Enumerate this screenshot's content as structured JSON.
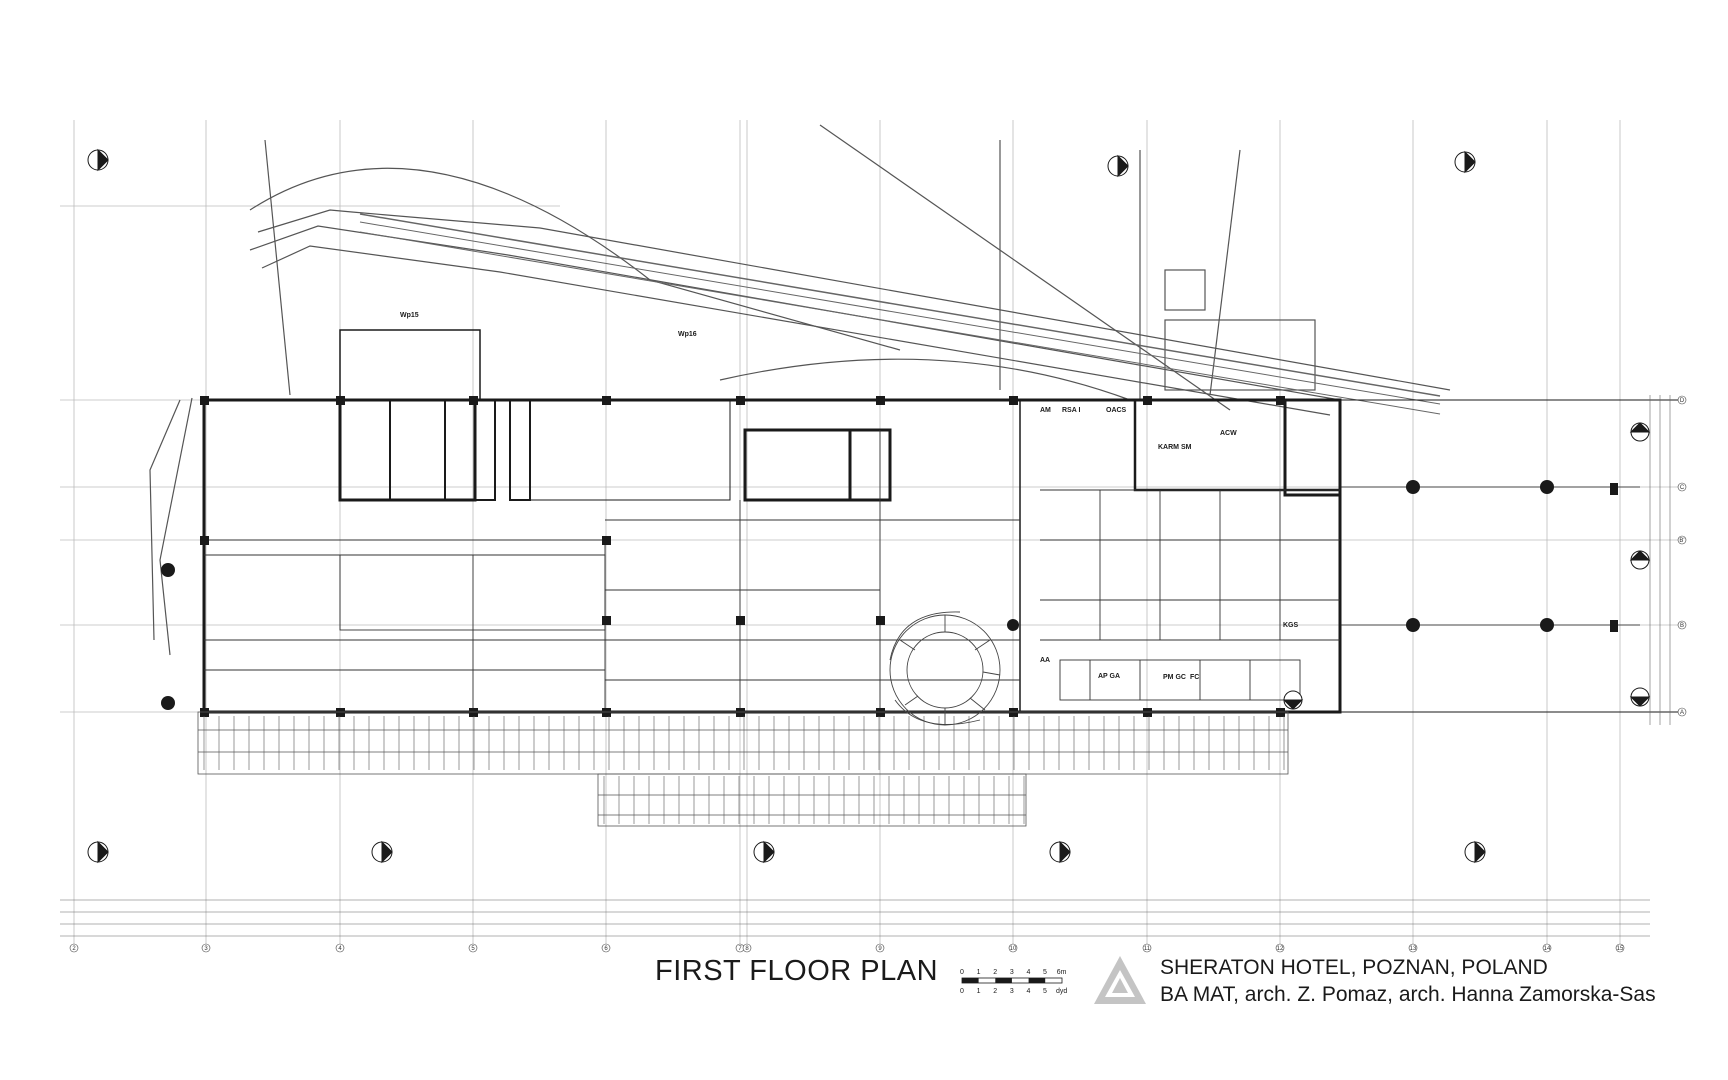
{
  "title": "FIRST FLOOR PLAN",
  "project": {
    "line1": "SHERATON HOTEL, POZNAN, POLAND",
    "line2": "BA MAT, arch. Z. Pomaz, arch. Hanna Zamorska-Sas"
  },
  "scale_bar": {
    "top_ticks": [
      "0",
      "1",
      "2",
      "3",
      "4",
      "5",
      "6m"
    ],
    "bottom_ticks": [
      "0",
      "1",
      "2",
      "3",
      "4",
      "5",
      "dyd"
    ]
  },
  "grid_labels": {
    "columns": [
      "2",
      "3",
      "4",
      "5",
      "6",
      "7",
      "8",
      "9",
      "10",
      "11",
      "12",
      "13",
      "14",
      "15"
    ],
    "rows": [
      "D",
      "C",
      "B'",
      "B",
      "A"
    ]
  },
  "room_labels": [
    "Wp15",
    "Wp16",
    "AM",
    "RSA I",
    "OACS",
    "KARM SM",
    "ACW",
    "AA",
    "AP GA",
    "PM GC",
    "FC",
    "KGS"
  ],
  "colors": {
    "ink": "#1a1a1a",
    "line": "#444444",
    "light": "#9a9a9a",
    "logo": "#b5b5b5"
  }
}
